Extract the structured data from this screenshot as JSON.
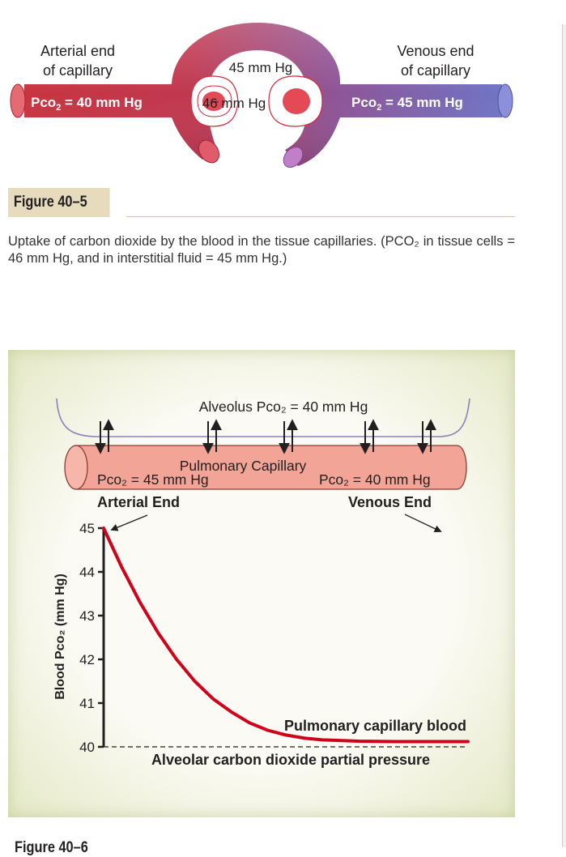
{
  "figure_top": {
    "arterial_label_line1": "Arterial end",
    "arterial_label_line2": "of capillary",
    "venous_label_line1": "Venous end",
    "venous_label_line2": "of capillary",
    "interstitial_pressure": "45 mm Hg",
    "cell_pressure": "46 mm Hg",
    "arterial_pco2_prefix": "Pco",
    "arterial_pco2_sub": "2",
    "arterial_pco2_value": " = 40 mm Hg",
    "venous_pco2_prefix": "Pco",
    "venous_pco2_sub": "2",
    "venous_pco2_value": " = 45 mm Hg"
  },
  "caption": {
    "label": "Figure 40–5",
    "text": "Uptake of carbon dioxide by the blood in the tissue capillaries. (PCO₂ in tissue cells = 46 mm Hg, and in interstitial fluid = 45 mm Hg.)"
  },
  "figure_bottom": {
    "alveolus_label": "Alveolus Pco₂ = 40 mm Hg",
    "capillary_label": "Pulmonary Capillary",
    "arterial_pco2": "Pco₂ = 45 mm Hg",
    "venous_pco2": "Pco₂ = 40 mm Hg",
    "arterial_end": "Arterial End",
    "venous_end": "Venous End"
  },
  "chart_data": {
    "type": "line",
    "ylabel": "Blood Pco₂ (mm Hg)",
    "xlabel": "",
    "ylim": [
      40,
      45
    ],
    "yticks": [
      40,
      41,
      42,
      43,
      44,
      45
    ],
    "x_categories": [
      "Arterial End",
      "Venous End"
    ],
    "series": [
      {
        "name": "Pulmonary capillary blood",
        "color": "#d0021b",
        "x": [
          0,
          0.05,
          0.1,
          0.15,
          0.2,
          0.25,
          0.3,
          0.35,
          0.4,
          0.45,
          0.5,
          0.55,
          0.6,
          0.7,
          0.8,
          0.9,
          1.0
        ],
        "y": [
          45.0,
          44.1,
          43.3,
          42.6,
          42.0,
          41.5,
          41.1,
          40.8,
          40.55,
          40.38,
          40.27,
          40.2,
          40.16,
          40.13,
          40.12,
          40.12,
          40.12
        ]
      }
    ],
    "reference_line": {
      "label": "Alveolar carbon dioxide partial pressure",
      "y": 40
    }
  },
  "colors": {
    "arterial_red": "#c8343f",
    "venous_blue": "#6f74c5",
    "curve_red": "#d0021b",
    "caption_tan": "#e6dcbd"
  },
  "next_figure": {
    "label": "Figure 40–6"
  }
}
